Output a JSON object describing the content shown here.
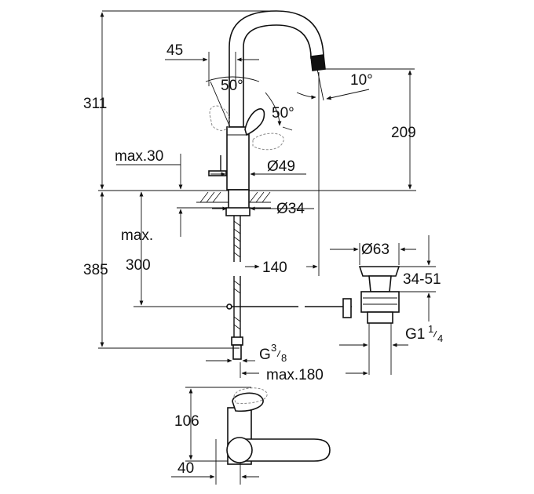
{
  "dimensions": {
    "spout_offset": "45",
    "angle_upper": "50°",
    "angle_lever": "50°",
    "angle_tilt": "10°",
    "total_height": "311",
    "spout_height": "209",
    "deck_thickness": "max.30",
    "body_diameter": "Ø49",
    "hole_diameter": "Ø34",
    "max_label": "max.",
    "hose_length": "300",
    "below_deck": "385",
    "reach": "140",
    "waste_diameter": "Ø63",
    "waste_range": "34-51",
    "waste_thread_main": "G1",
    "waste_thread_num": "1",
    "waste_thread_den": "4",
    "supply_thread_main": "G",
    "supply_thread_num": "3",
    "supply_thread_den": "8",
    "rod_length": "max.180",
    "top_view_depth": "106",
    "top_view_offset": "40"
  }
}
